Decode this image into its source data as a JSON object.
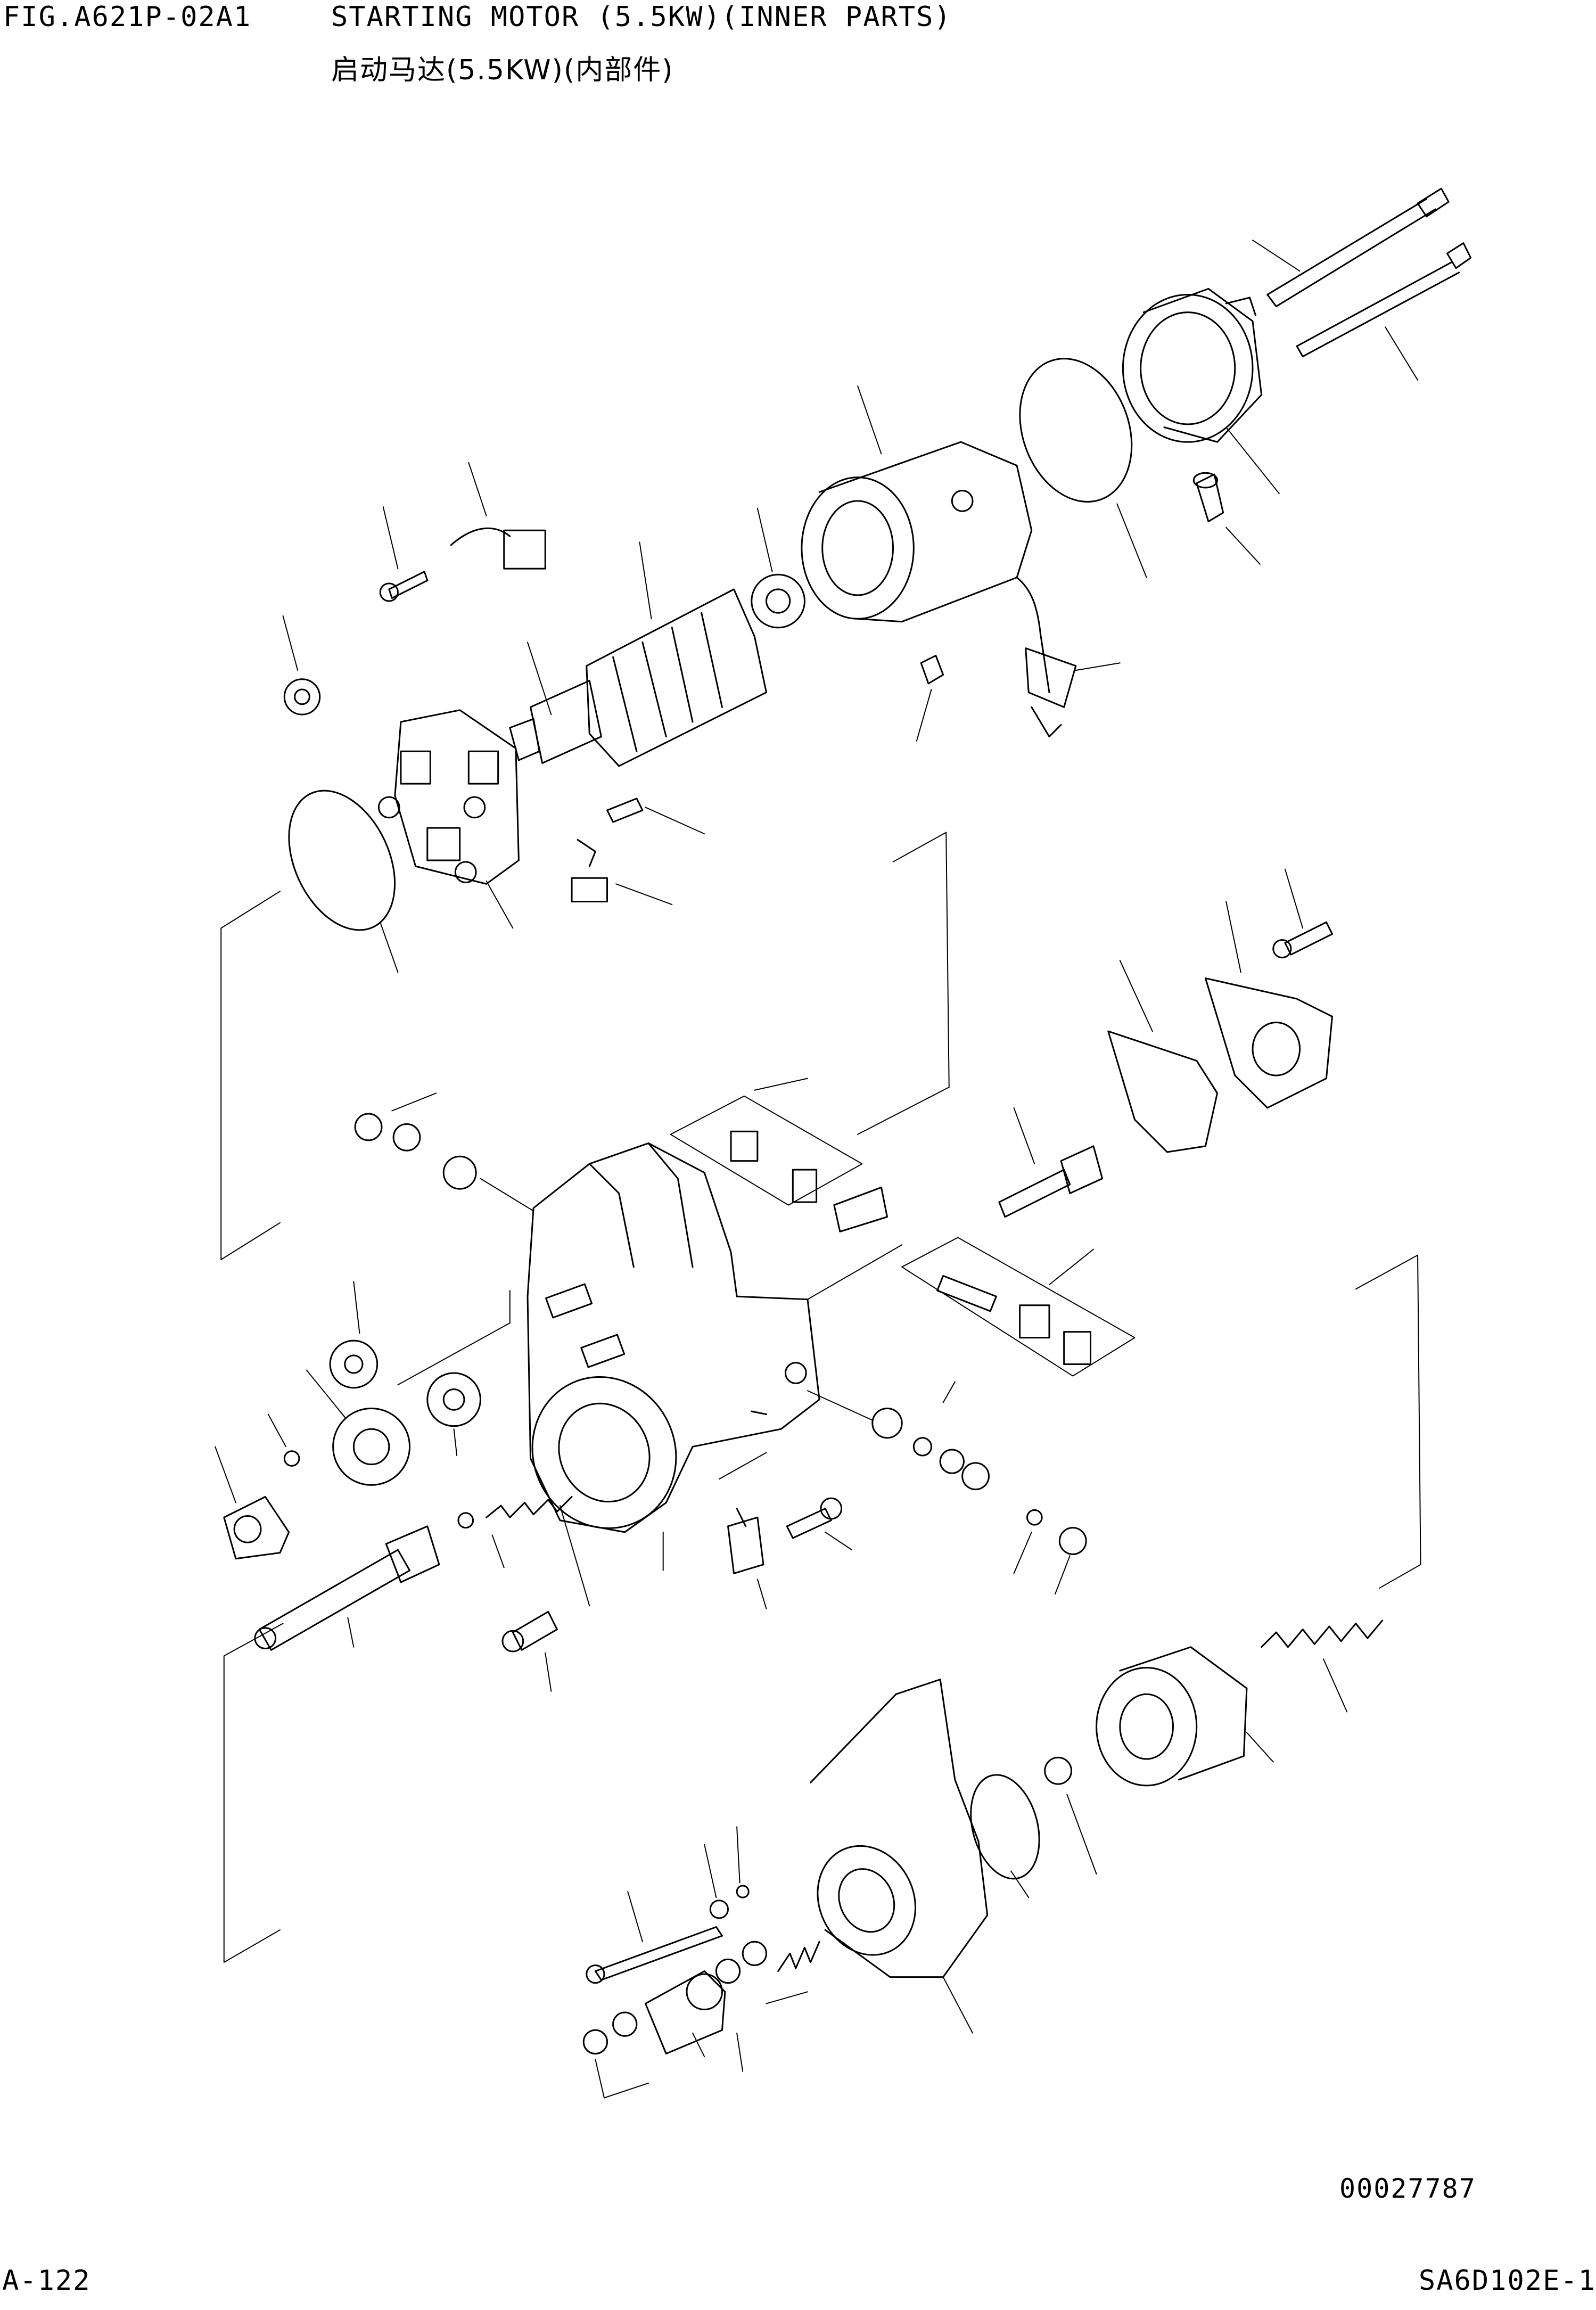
{
  "header": {
    "figure_id": "FIG.A621P-02A1",
    "title_en": "STARTING MOTOR (5.5KW)(INNER PARTS)",
    "title_cn": "启动马达(5.5KW)(内部件)"
  },
  "footer": {
    "drawing_number": "00027787",
    "page_number": "A-122",
    "model_code": "SA6D102E-1"
  }
}
